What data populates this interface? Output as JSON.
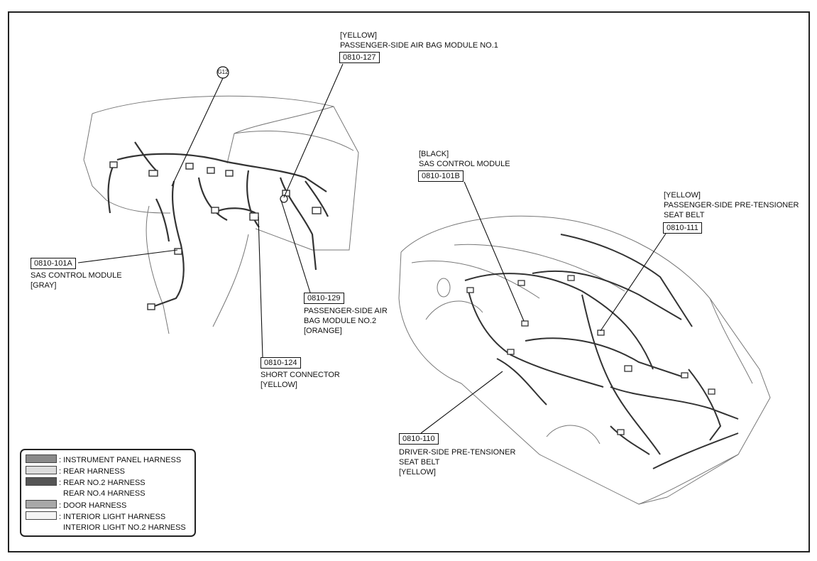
{
  "callouts": {
    "g12": "G12",
    "pab1": {
      "color": "[YELLOW]",
      "name": "PASSENGER-SIDE AIR BAG MODULE NO.1",
      "code": "0810-127"
    },
    "sas_a": {
      "code": "0810-101A",
      "name": "SAS CONTROL MODULE",
      "color": "[GRAY]"
    },
    "pab2": {
      "code": "0810-129",
      "name1": "PASSENGER-SIDE AIR",
      "name2": "BAG MODULE NO.2",
      "color": "[ORANGE]"
    },
    "short": {
      "code": "0810-124",
      "name": "SHORT CONNECTOR",
      "color": "[YELLOW]"
    },
    "sas_b": {
      "color": "[BLACK]",
      "name": "SAS CONTROL MODULE",
      "code": "0810-101B"
    },
    "ppt": {
      "color": "[YELLOW]",
      "name1": "PASSENGER-SIDE PRE-TENSIONER",
      "name2": "SEAT BELT",
      "code": "0810-111"
    },
    "dpt": {
      "code": "0810-110",
      "name1": "DRIVER-SIDE PRE-TENSIONER",
      "name2": "SEAT BELT",
      "color": "[YELLOW]"
    }
  },
  "legend": {
    "items": [
      {
        "label": ": INSTRUMENT PANEL HARNESS",
        "swatch": "#8a8a8a"
      },
      {
        "label": ": REAR HARNESS",
        "swatch": "#dcdcdc"
      },
      {
        "label": ": REAR NO.2 HARNESS",
        "swatch": "#555555"
      },
      {
        "label": "REAR NO.4 HARNESS",
        "swatch": ""
      },
      {
        "label": ": DOOR HARNESS",
        "swatch": "#a8a8a8"
      },
      {
        "label": ": INTERIOR LIGHT HARNESS",
        "swatch": "#f4f4f4"
      },
      {
        "label": "INTERIOR LIGHT NO.2 HARNESS",
        "swatch": ""
      }
    ]
  }
}
